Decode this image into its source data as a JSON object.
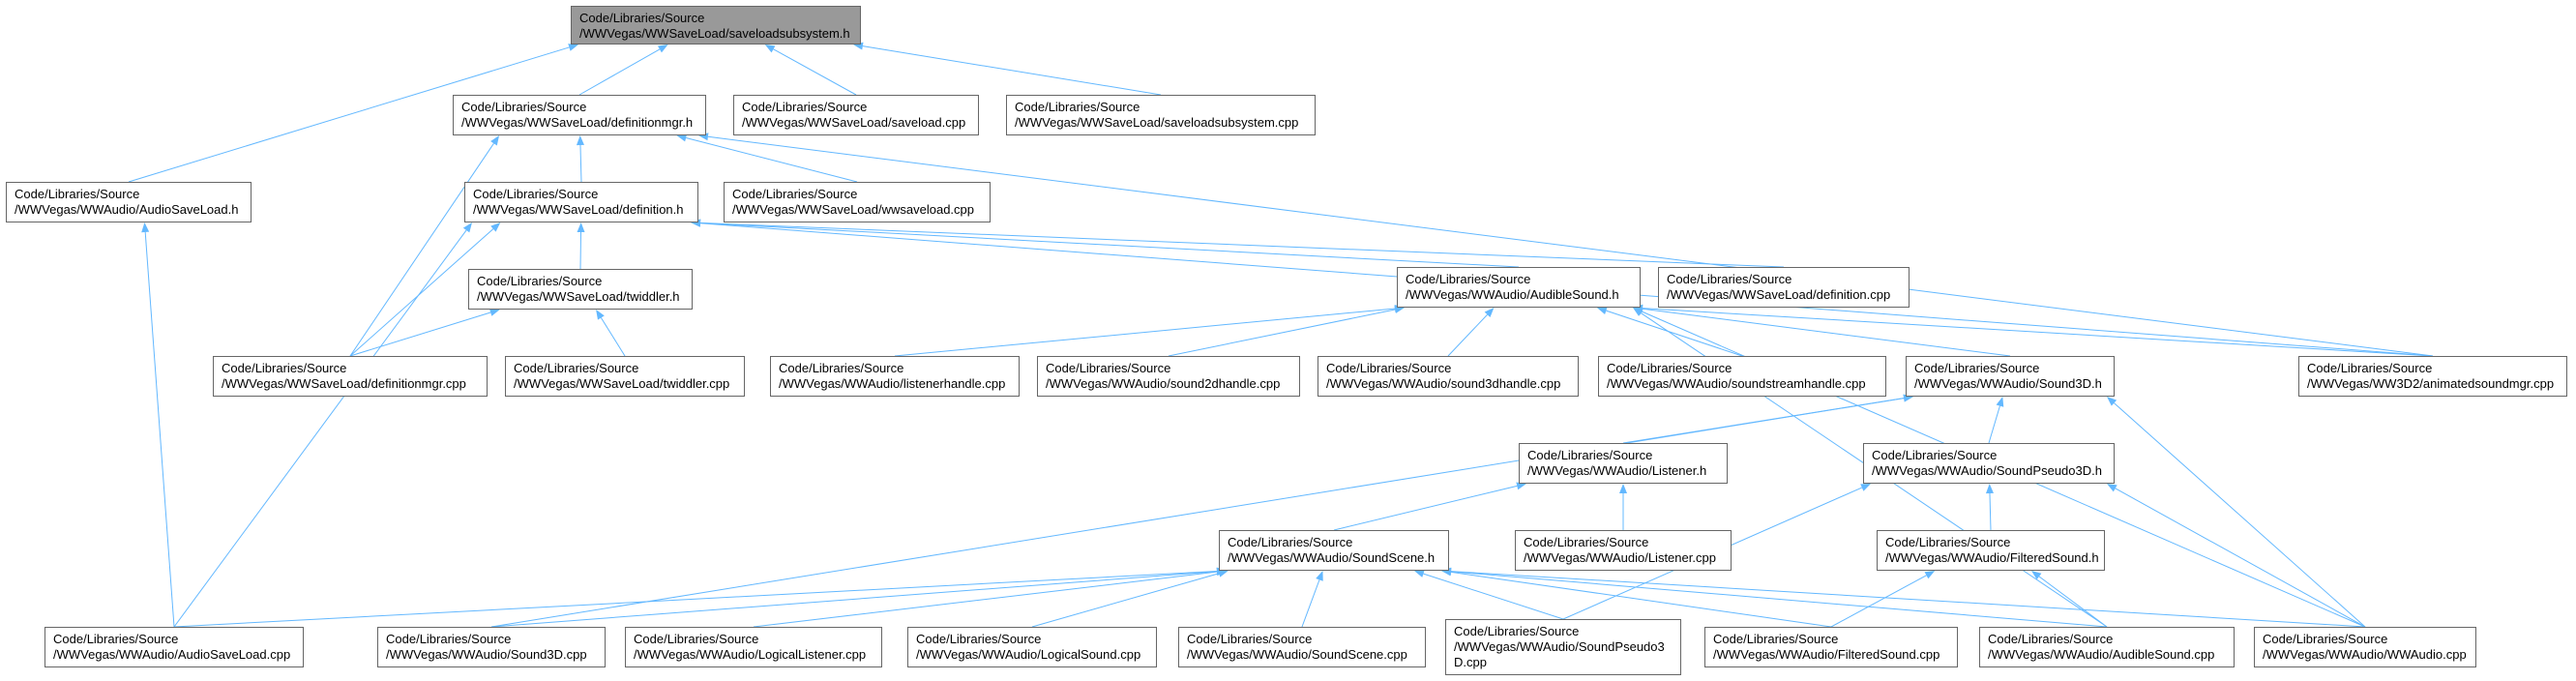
{
  "colors": {
    "edge": "#63b8ff",
    "node_border": "#666666",
    "root_fill": "#999999",
    "background": "#ffffff"
  },
  "nodes": {
    "n0": {
      "lines": [
        "Code/Libraries/Source",
        "/WWVegas/WWSaveLoad/saveloadsubsystem.h"
      ]
    },
    "n1": {
      "lines": [
        "Code/Libraries/Source",
        "/WWVegas/WWSaveLoad/definitionmgr.h"
      ]
    },
    "n2": {
      "lines": [
        "Code/Libraries/Source",
        "/WWVegas/WWSaveLoad/saveload.cpp"
      ]
    },
    "n3": {
      "lines": [
        "Code/Libraries/Source",
        "/WWVegas/WWSaveLoad/saveloadsubsystem.cpp"
      ]
    },
    "n4": {
      "lines": [
        "Code/Libraries/Source",
        "/WWVegas/WWAudio/AudioSaveLoad.h"
      ]
    },
    "n5": {
      "lines": [
        "Code/Libraries/Source",
        "/WWVegas/WWSaveLoad/definition.h"
      ]
    },
    "n6": {
      "lines": [
        "Code/Libraries/Source",
        "/WWVegas/WWSaveLoad/wwsaveload.cpp"
      ]
    },
    "n7": {
      "lines": [
        "Code/Libraries/Source",
        "/WWVegas/WWSaveLoad/twiddler.h"
      ]
    },
    "n8": {
      "lines": [
        "Code/Libraries/Source",
        "/WWVegas/WWAudio/AudibleSound.h"
      ]
    },
    "n9": {
      "lines": [
        "Code/Libraries/Source",
        "/WWVegas/WWSaveLoad/definition.cpp"
      ]
    },
    "n10": {
      "lines": [
        "Code/Libraries/Source",
        "/WWVegas/WWSaveLoad/definitionmgr.cpp"
      ]
    },
    "n11": {
      "lines": [
        "Code/Libraries/Source",
        "/WWVegas/WWSaveLoad/twiddler.cpp"
      ]
    },
    "n12": {
      "lines": [
        "Code/Libraries/Source",
        "/WWVegas/WWAudio/listenerhandle.cpp"
      ]
    },
    "n13": {
      "lines": [
        "Code/Libraries/Source",
        "/WWVegas/WWAudio/sound2dhandle.cpp"
      ]
    },
    "n14": {
      "lines": [
        "Code/Libraries/Source",
        "/WWVegas/WWAudio/sound3dhandle.cpp"
      ]
    },
    "n15": {
      "lines": [
        "Code/Libraries/Source",
        "/WWVegas/WWAudio/soundstreamhandle.cpp"
      ]
    },
    "n16": {
      "lines": [
        "Code/Libraries/Source",
        "/WWVegas/WWAudio/Sound3D.h"
      ]
    },
    "n17": {
      "lines": [
        "Code/Libraries/Source",
        "/WWVegas/WW3D2/animatedsoundmgr.cpp"
      ]
    },
    "n18": {
      "lines": [
        "Code/Libraries/Source",
        "/WWVegas/WWAudio/Listener.h"
      ]
    },
    "n19": {
      "lines": [
        "Code/Libraries/Source",
        "/WWVegas/WWAudio/SoundPseudo3D.h"
      ]
    },
    "n20": {
      "lines": [
        "Code/Libraries/Source",
        "/WWVegas/WWAudio/SoundScene.h"
      ]
    },
    "n21": {
      "lines": [
        "Code/Libraries/Source",
        "/WWVegas/WWAudio/Listener.cpp"
      ]
    },
    "n22": {
      "lines": [
        "Code/Libraries/Source",
        "/WWVegas/WWAudio/FilteredSound.h"
      ]
    },
    "n23": {
      "lines": [
        "Code/Libraries/Source",
        "/WWVegas/WWAudio/AudioSaveLoad.cpp"
      ]
    },
    "n24": {
      "lines": [
        "Code/Libraries/Source",
        "/WWVegas/WWAudio/Sound3D.cpp"
      ]
    },
    "n25": {
      "lines": [
        "Code/Libraries/Source",
        "/WWVegas/WWAudio/LogicalListener.cpp"
      ]
    },
    "n26": {
      "lines": [
        "Code/Libraries/Source",
        "/WWVegas/WWAudio/LogicalSound.cpp"
      ]
    },
    "n27": {
      "lines": [
        "Code/Libraries/Source",
        "/WWVegas/WWAudio/SoundScene.cpp"
      ]
    },
    "n28": {
      "lines": [
        "Code/Libraries/Source",
        "/WWVegas/WWAudio/SoundPseudo3",
        "D.cpp"
      ]
    },
    "n29": {
      "lines": [
        "Code/Libraries/Source",
        "/WWVegas/WWAudio/FilteredSound.cpp"
      ]
    },
    "n30": {
      "lines": [
        "Code/Libraries/Source",
        "/WWVegas/WWAudio/AudibleSound.cpp"
      ]
    },
    "n31": {
      "lines": [
        "Code/Libraries/Source",
        "/WWVegas/WWAudio/WWAudio.cpp"
      ]
    }
  },
  "edges": [
    [
      "n1",
      "n0"
    ],
    [
      "n2",
      "n0"
    ],
    [
      "n3",
      "n0"
    ],
    [
      "n4",
      "n0"
    ],
    [
      "n5",
      "n1"
    ],
    [
      "n6",
      "n1"
    ],
    [
      "n10",
      "n1"
    ],
    [
      "n17",
      "n1"
    ],
    [
      "n23",
      "n4"
    ],
    [
      "n7",
      "n5"
    ],
    [
      "n8",
      "n5"
    ],
    [
      "n9",
      "n5"
    ],
    [
      "n10",
      "n5"
    ],
    [
      "n17",
      "n5"
    ],
    [
      "n23",
      "n5"
    ],
    [
      "n10",
      "n7"
    ],
    [
      "n11",
      "n7"
    ],
    [
      "n12",
      "n8"
    ],
    [
      "n13",
      "n8"
    ],
    [
      "n14",
      "n8"
    ],
    [
      "n15",
      "n8"
    ],
    [
      "n16",
      "n8"
    ],
    [
      "n17",
      "n8"
    ],
    [
      "n30",
      "n8"
    ],
    [
      "n31",
      "n8"
    ],
    [
      "n18",
      "n16"
    ],
    [
      "n19",
      "n16"
    ],
    [
      "n24",
      "n16"
    ],
    [
      "n31",
      "n16"
    ],
    [
      "n20",
      "n18"
    ],
    [
      "n21",
      "n18"
    ],
    [
      "n22",
      "n19"
    ],
    [
      "n28",
      "n19"
    ],
    [
      "n31",
      "n19"
    ],
    [
      "n23",
      "n20"
    ],
    [
      "n24",
      "n20"
    ],
    [
      "n25",
      "n20"
    ],
    [
      "n26",
      "n20"
    ],
    [
      "n27",
      "n20"
    ],
    [
      "n28",
      "n20"
    ],
    [
      "n29",
      "n20"
    ],
    [
      "n30",
      "n20"
    ],
    [
      "n31",
      "n20"
    ],
    [
      "n29",
      "n22"
    ],
    [
      "n30",
      "n22"
    ]
  ]
}
